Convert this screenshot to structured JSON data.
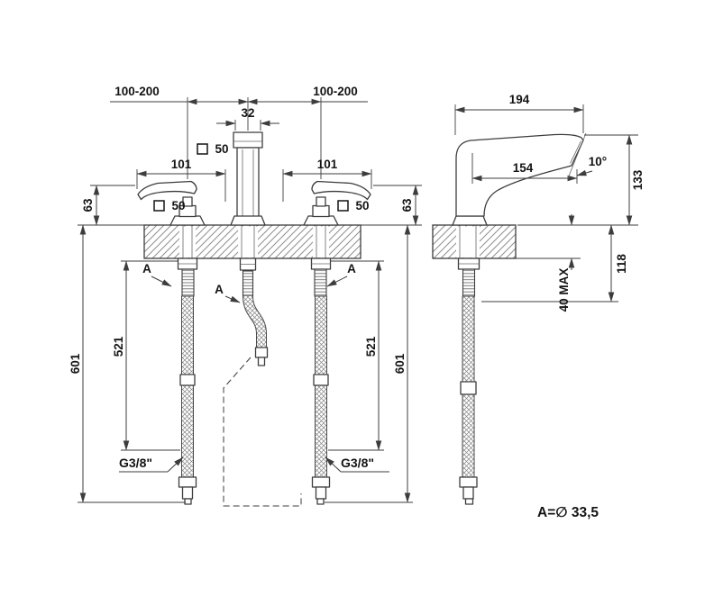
{
  "colors": {
    "line": "#3d3d3d",
    "text": "#141414",
    "background": "#ffffff"
  },
  "front_view": {
    "spread_left": "100-200",
    "spread_right": "100-200",
    "spout_width": "32",
    "spout_square_size": "50",
    "handle_length_left": "101",
    "handle_length_right": "101",
    "handle_square_left": "50",
    "handle_square_right": "50",
    "deck_to_handle_left": "63",
    "deck_to_handle_right": "63",
    "overall_drop_left": "601",
    "overall_drop_right": "601",
    "hose_drop_left": "521",
    "hose_drop_right": "521",
    "section_label_left": "A",
    "section_label_center": "A",
    "section_label_right": "A",
    "connection_left": "G3/8\"",
    "connection_right": "G3/8\""
  },
  "side_view": {
    "total_depth": "194",
    "spout_reach": "154",
    "spout_angle": "10°",
    "spout_height": "133",
    "under_deck_depth": "118",
    "deck_thickness_max": "40 MAX"
  },
  "footnote": {
    "hole_note": "A=∅ 33,5"
  }
}
